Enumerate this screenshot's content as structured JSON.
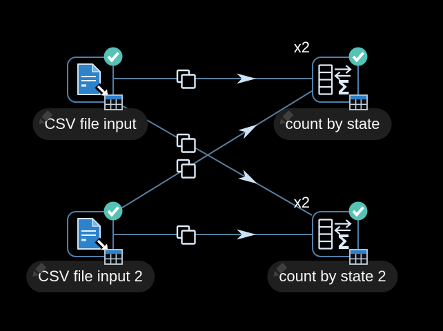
{
  "colors": {
    "background": "#000000",
    "node_border": "#4d80ab",
    "connection": "#57809e",
    "arrow_fill": "#cfe2f2",
    "icon_stroke": "#dcebf8",
    "status_success": "#56c2b6",
    "document_blue": "#2d82cc",
    "table_header_blue": "#2e80c8",
    "label_pill_bg": "#1f1f1f",
    "label_text": "#f5f5f5"
  },
  "workflow": {
    "nodes": [
      {
        "label": "CSV file input",
        "type": "csv-file-reader",
        "status": "success",
        "icon": "csv-document-icon"
      },
      {
        "label": "count by state",
        "type": "aggregate",
        "status": "success",
        "icon": "aggregate-sigma-icon",
        "multiplicity": "x2"
      },
      {
        "label": "CSV file input 2",
        "type": "csv-file-reader",
        "status": "success",
        "icon": "csv-document-icon"
      },
      {
        "label": "count by state 2",
        "type": "aggregate",
        "status": "success",
        "icon": "aggregate-sigma-icon",
        "multiplicity": "x2"
      }
    ],
    "connections": [
      {
        "from": "CSV file input",
        "to": "count by state",
        "badge": "copy-icon"
      },
      {
        "from": "CSV file input",
        "to": "count by state 2",
        "badge": "copy-icon"
      },
      {
        "from": "CSV file input 2",
        "to": "count by state",
        "badge": "copy-icon"
      },
      {
        "from": "CSV file input 2",
        "to": "count by state 2",
        "badge": "copy-icon"
      }
    ]
  }
}
